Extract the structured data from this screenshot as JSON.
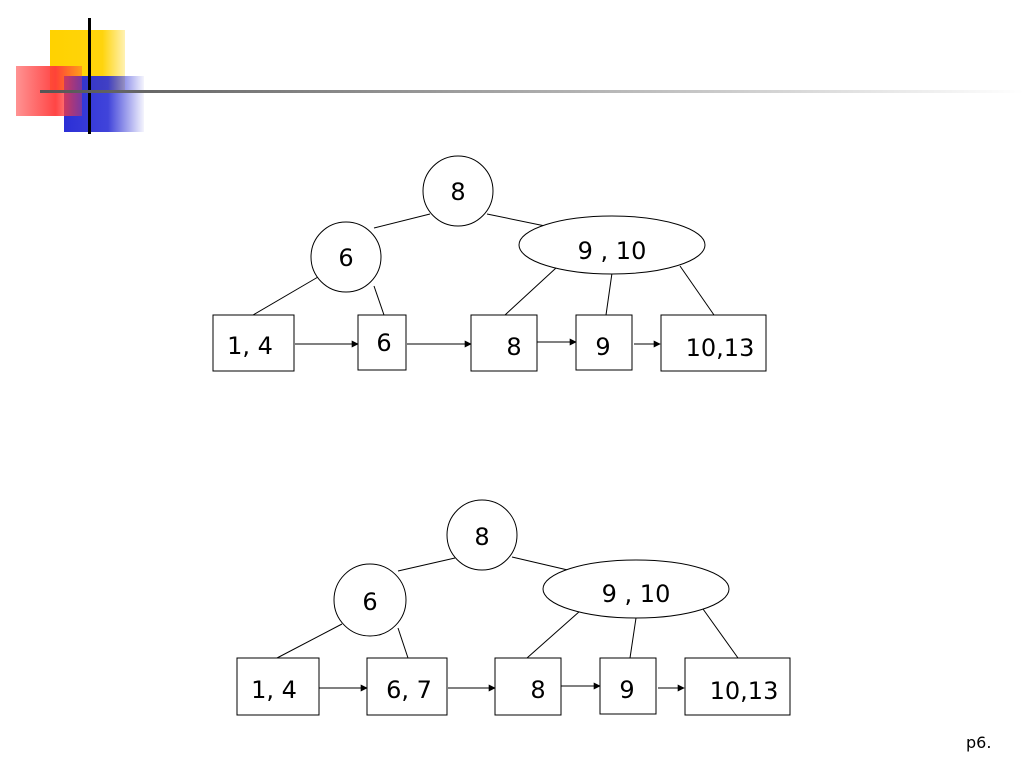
{
  "colors": {
    "deco_yellow": "#FFD200",
    "deco_red": "#FF3B3B",
    "deco_blue": "#2B2FD6",
    "rule_dark": "#555555",
    "rule_light": "#ffffff",
    "stroke": "#000000"
  },
  "diagrams": [
    {
      "root": {
        "label": "8"
      },
      "left": {
        "label": "6"
      },
      "right": {
        "label": "9 ,  10"
      },
      "leaves": [
        {
          "label": "1, 4"
        },
        {
          "label": "6"
        },
        {
          "label": "8"
        },
        {
          "label": "9"
        },
        {
          "label": "10,13"
        }
      ]
    },
    {
      "root": {
        "label": "8"
      },
      "left": {
        "label": "6"
      },
      "right": {
        "label": "9 ,  10"
      },
      "leaves": [
        {
          "label": "1, 4"
        },
        {
          "label": "6, 7"
        },
        {
          "label": "8"
        },
        {
          "label": "9"
        },
        {
          "label": "10,13"
        }
      ]
    }
  ],
  "footer": {
    "page_label": "p6."
  }
}
